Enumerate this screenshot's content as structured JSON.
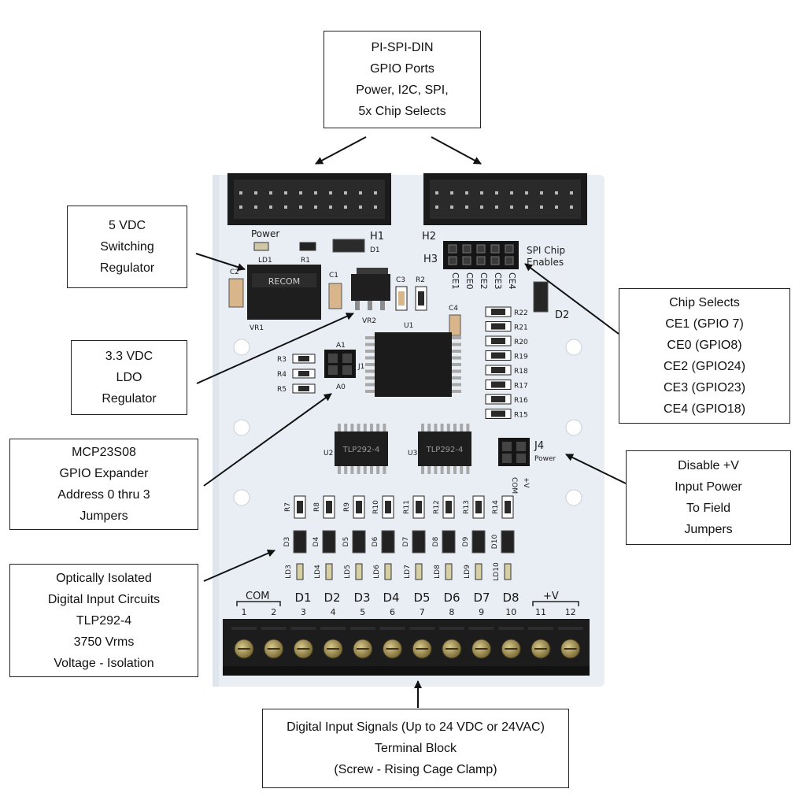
{
  "callouts": {
    "pi_spi_din": [
      "PI-SPI-DIN",
      "GPIO Ports",
      "Power, I2C, SPI,",
      "5x Chip Selects"
    ],
    "switching_regulator": [
      "5 VDC",
      "Switching",
      "Regulator"
    ],
    "ldo_regulator": [
      "3.3 VDC",
      "LDO",
      "Regulator"
    ],
    "gpio_expander": [
      "MCP23S08",
      "GPIO Expander",
      "Address 0 thru 3",
      "Jumpers"
    ],
    "optical_isolation": [
      "Optically Isolated",
      "Digital Input Circuits",
      "TLP292-4",
      "3750 Vrms",
      "Voltage - Isolation"
    ],
    "chip_selects": [
      "Chip Selects",
      "CE1 (GPIO 7)",
      "CE0 (GPIO8)",
      "CE2 (GPIO24)",
      "CE3 (GPIO23)",
      "CE4 (GPIO18)"
    ],
    "disable_power": [
      "Disable +V",
      "Input Power",
      "To Field",
      "Jumpers"
    ],
    "terminal_block": [
      "Digital Input Signals (Up to 24 VDC or 24VAC)",
      "Terminal Block",
      "(Screw - Rising Cage Clamp)"
    ]
  },
  "board": {
    "header_left": "H1",
    "header_right": "H2",
    "header_h3": "H3",
    "power_label": "Power",
    "spi_label_1": "SPI Chip",
    "spi_label_2": "Enables",
    "ce_labels": [
      "CE1",
      "CE0",
      "CE2",
      "CE3",
      "CE4"
    ],
    "regulator_label": "VR1",
    "regulator_text": "RECOM",
    "ldo_label": "VR2",
    "ic_u1": "U1",
    "ic_u2": "U2",
    "ic_u3": "U3",
    "opto_text": "TLP292-4",
    "d1": "D1",
    "d2": "D2",
    "ld1": "LD1",
    "r1": "R1",
    "c1": "C1",
    "c2": "C2",
    "c3": "C3",
    "c4": "C4",
    "r2": "R2",
    "addr_labels": [
      "A1",
      "A0",
      "J1"
    ],
    "addr_resistors": [
      "R3",
      "R4",
      "R5"
    ],
    "cs_resistors": [
      "R22",
      "R21",
      "R20",
      "R19",
      "R18",
      "R17",
      "R16",
      "R15"
    ],
    "j4": "J4",
    "j4_power": "Power",
    "j4_com": "COM",
    "j4_plus": "+V",
    "input_resistors": [
      "R7",
      "R8",
      "R9",
      "R10",
      "R11",
      "R12",
      "R13",
      "R14"
    ],
    "input_diodes": [
      "D3",
      "D4",
      "D5",
      "D6",
      "D7",
      "D8",
      "D9",
      "D10"
    ],
    "input_leds": [
      "LD3",
      "LD4",
      "LD5",
      "LD6",
      "LD7",
      "LD8",
      "LD9",
      "LD10"
    ],
    "input_names": [
      "D1",
      "D2",
      "D3",
      "D4",
      "D5",
      "D6",
      "D7",
      "D8"
    ],
    "com_label": "COM",
    "plus_v_label": "+V",
    "terminal_numbers": [
      "1",
      "2",
      "3",
      "4",
      "5",
      "6",
      "7",
      "8",
      "9",
      "10",
      "11",
      "12"
    ]
  }
}
